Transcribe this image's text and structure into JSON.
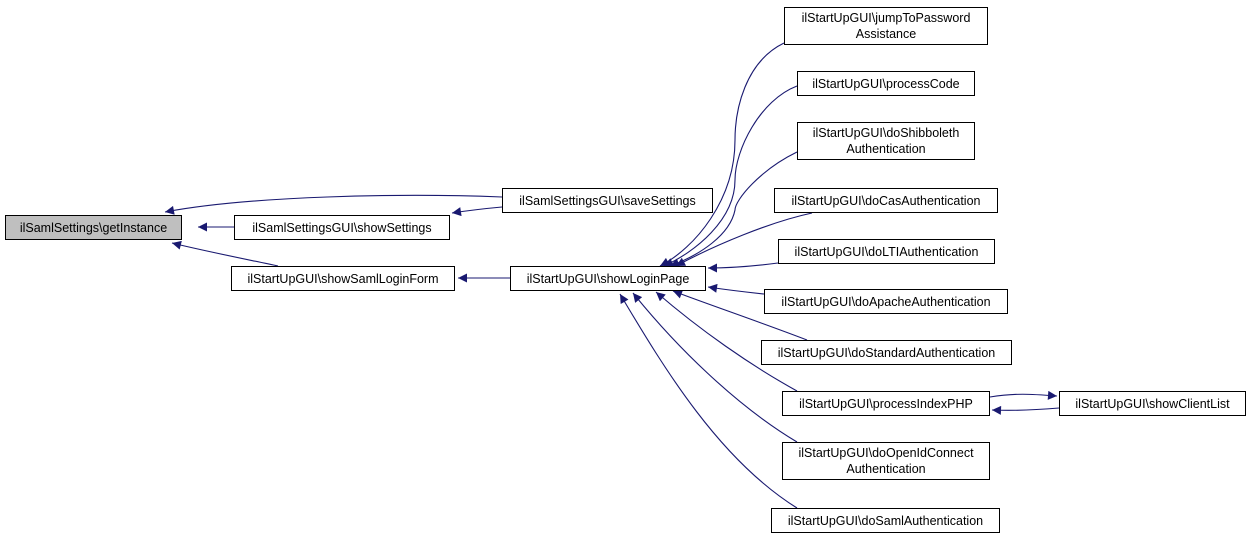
{
  "graph": {
    "edge_color": "#191970",
    "focus_fill": "#bfbfbf",
    "nodes": {
      "getInstance": {
        "lines": [
          "ilSamlSettings\\getInstance"
        ]
      },
      "showSettings": {
        "lines": [
          "ilSamlSettingsGUI\\showSettings"
        ]
      },
      "saveSettings": {
        "lines": [
          "ilSamlSettingsGUI\\saveSettings"
        ]
      },
      "showSamlLoginForm": {
        "lines": [
          "ilStartUpGUI\\showSamlLoginForm"
        ]
      },
      "showLoginPage": {
        "lines": [
          "ilStartUpGUI\\showLoginPage"
        ]
      },
      "jumpToPasswordAssistance": {
        "lines": [
          "ilStartUpGUI\\jumpToPassword",
          "Assistance"
        ]
      },
      "processCode": {
        "lines": [
          "ilStartUpGUI\\processCode"
        ]
      },
      "doShibbolethAuthentication": {
        "lines": [
          "ilStartUpGUI\\doShibboleth",
          "Authentication"
        ]
      },
      "doCasAuthentication": {
        "lines": [
          "ilStartUpGUI\\doCasAuthentication"
        ]
      },
      "doLTIAuthentication": {
        "lines": [
          "ilStartUpGUI\\doLTIAuthentication"
        ]
      },
      "doApacheAuthentication": {
        "lines": [
          "ilStartUpGUI\\doApacheAuthentication"
        ]
      },
      "doStandardAuthentication": {
        "lines": [
          "ilStartUpGUI\\doStandardAuthentication"
        ]
      },
      "processIndexPHP": {
        "lines": [
          "ilStartUpGUI\\processIndexPHP"
        ]
      },
      "showClientList": {
        "lines": [
          "ilStartUpGUI\\showClientList"
        ]
      },
      "doOpenIdConnectAuthentication": {
        "lines": [
          "ilStartUpGUI\\doOpenIdConnect",
          "Authentication"
        ]
      },
      "doSamlAuthentication": {
        "lines": [
          "ilStartUpGUI\\doSamlAuthentication"
        ]
      }
    }
  }
}
